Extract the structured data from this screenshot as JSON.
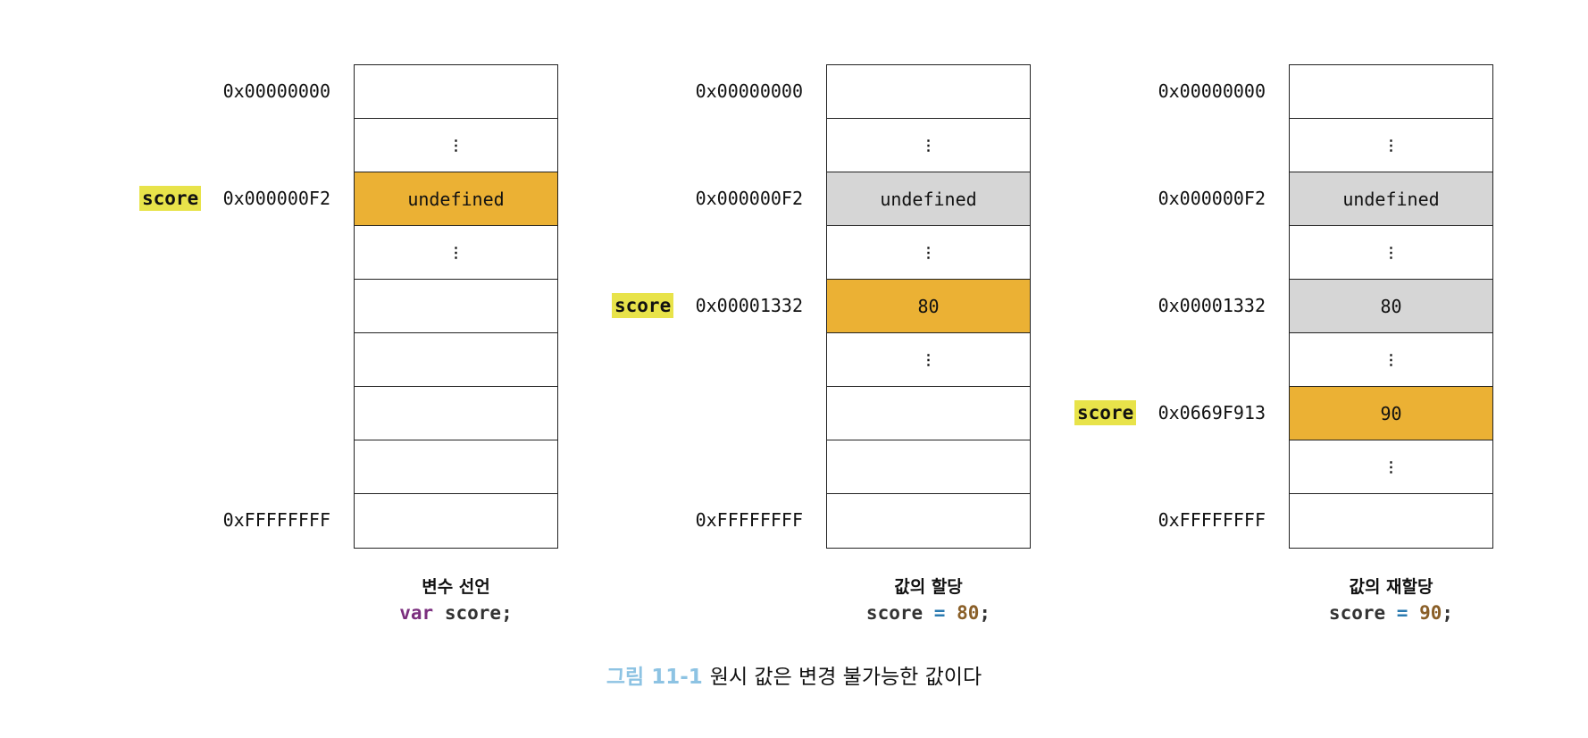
{
  "colors": {
    "current": "#EBB134",
    "previous": "#D6D6D6",
    "highlight": "#E8E34A",
    "keyword": "#7B2F7E",
    "operator": "#2A7AB0",
    "number": "#8A5F28",
    "figure": "#8DC3E3"
  },
  "columns": [
    {
      "title": "변수 선언",
      "code": {
        "keyword": "var",
        "name": "score",
        "op": "",
        "value": "",
        "end": ";"
      },
      "variable": {
        "label": "score",
        "row": 2
      },
      "rows": [
        {
          "addr": "0x00000000",
          "value": "",
          "state": "empty"
        },
        {
          "addr": "",
          "value": "⋮",
          "state": "dots"
        },
        {
          "addr": "0x000000F2",
          "value": "undefined",
          "state": "cur"
        },
        {
          "addr": "",
          "value": "⋮",
          "state": "dots"
        },
        {
          "addr": "",
          "value": "",
          "state": "empty"
        },
        {
          "addr": "",
          "value": "",
          "state": "empty"
        },
        {
          "addr": "",
          "value": "",
          "state": "empty"
        },
        {
          "addr": "",
          "value": "",
          "state": "empty"
        },
        {
          "addr": "0xFFFFFFFF",
          "value": "",
          "state": "empty"
        }
      ]
    },
    {
      "title": "값의 할당",
      "code": {
        "keyword": "",
        "name": "score",
        "op": "=",
        "value": "80",
        "end": ";"
      },
      "variable": {
        "label": "score",
        "row": 4
      },
      "rows": [
        {
          "addr": "0x00000000",
          "value": "",
          "state": "empty"
        },
        {
          "addr": "",
          "value": "⋮",
          "state": "dots"
        },
        {
          "addr": "0x000000F2",
          "value": "undefined",
          "state": "old"
        },
        {
          "addr": "",
          "value": "⋮",
          "state": "dots"
        },
        {
          "addr": "0x00001332",
          "value": "80",
          "state": "cur"
        },
        {
          "addr": "",
          "value": "⋮",
          "state": "dots"
        },
        {
          "addr": "",
          "value": "",
          "state": "empty"
        },
        {
          "addr": "",
          "value": "",
          "state": "empty"
        },
        {
          "addr": "0xFFFFFFFF",
          "value": "",
          "state": "empty"
        }
      ]
    },
    {
      "title": "값의 재할당",
      "code": {
        "keyword": "",
        "name": "score",
        "op": "=",
        "value": "90",
        "end": ";"
      },
      "variable": {
        "label": "score",
        "row": 6
      },
      "rows": [
        {
          "addr": "0x00000000",
          "value": "",
          "state": "empty"
        },
        {
          "addr": "",
          "value": "⋮",
          "state": "dots"
        },
        {
          "addr": "0x000000F2",
          "value": "undefined",
          "state": "old"
        },
        {
          "addr": "",
          "value": "⋮",
          "state": "dots"
        },
        {
          "addr": "0x00001332",
          "value": "80",
          "state": "old"
        },
        {
          "addr": "",
          "value": "⋮",
          "state": "dots"
        },
        {
          "addr": "0x0669F913",
          "value": "90",
          "state": "cur"
        },
        {
          "addr": "",
          "value": "⋮",
          "state": "dots"
        },
        {
          "addr": "0xFFFFFFFF",
          "value": "",
          "state": "empty"
        }
      ]
    }
  ],
  "caption": {
    "figure": "그림 11-1",
    "text": "원시 값은 변경 불가능한 값이다"
  }
}
